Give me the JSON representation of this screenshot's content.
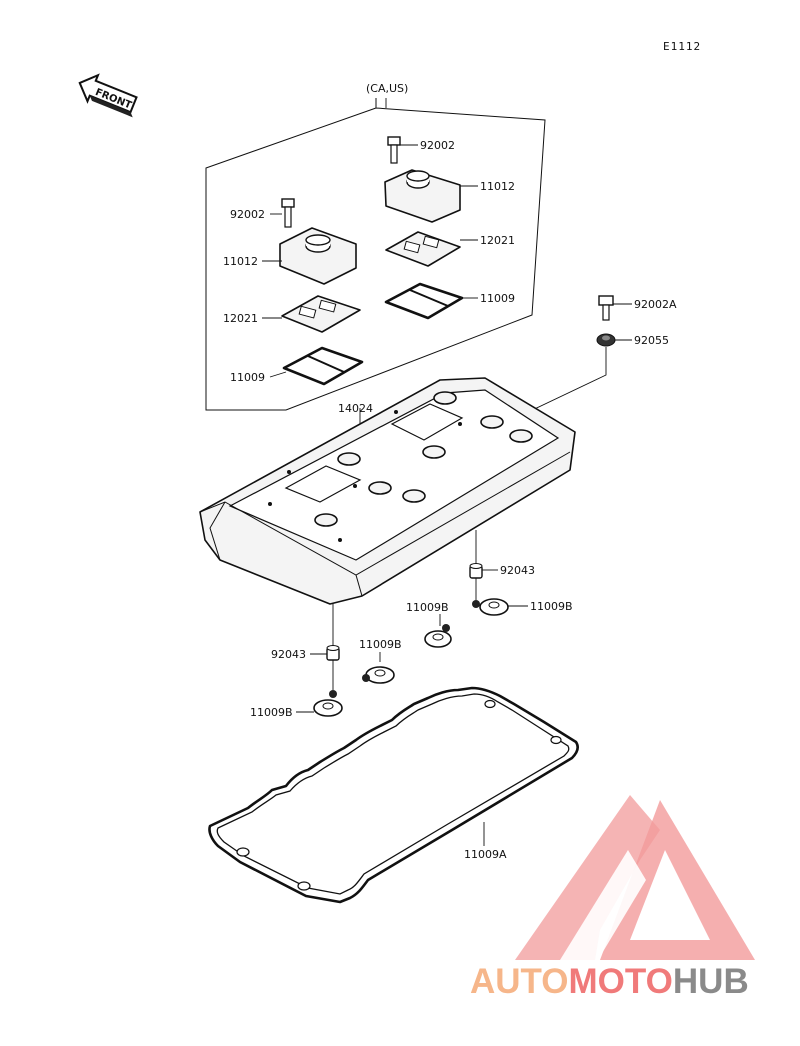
{
  "diagram_code": "E1112",
  "front_arrow_label": "FRONT",
  "region_label": "(CA,US)",
  "labels": {
    "bolt_us_upper": "92002",
    "cap_us_upper": "11012",
    "bolt_us_left": "92002",
    "cap_us_left": "11012",
    "plate_us_right": "12021",
    "plate_us_left": "12021",
    "gasket_us_right": "11009",
    "gasket_us_left": "11009",
    "cover": "14024",
    "bolt_main": "92002A",
    "washer_main": "92055",
    "collar_right": "92043",
    "seal_right_a": "11009B",
    "seal_right_b": "11009B",
    "collar_left": "92043",
    "seal_mid": "11009B",
    "seal_left": "11009B",
    "head_gasket": "11009A"
  },
  "watermark": {
    "part1": "AUTO",
    "part2": "MOTO",
    "part3": "HUB",
    "color1": "#f6b68a",
    "color2": "#f07a7a",
    "color3": "#8a8a8a",
    "logo_color": "#f08a8a"
  }
}
